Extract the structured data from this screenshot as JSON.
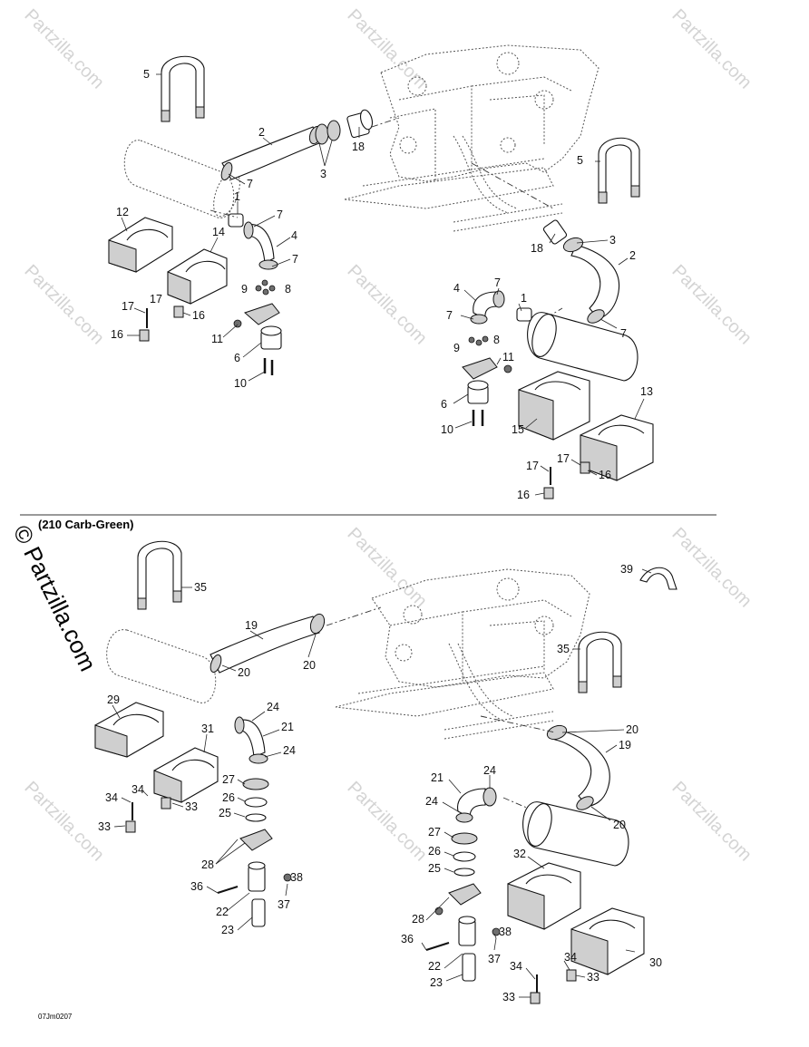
{
  "section_title": "(210 Carb-Green)",
  "drawing_code": "07Jm0207",
  "watermark": {
    "text": "Partzilla.com",
    "side_text": "© Partzilla.com"
  },
  "callouts_top": [
    "5",
    "2",
    "3",
    "18",
    "7",
    "1",
    "12",
    "14",
    "7",
    "4",
    "7",
    "9",
    "8",
    "17",
    "17",
    "16",
    "16",
    "11",
    "6",
    "10",
    "5",
    "3",
    "18",
    "2",
    "4",
    "7",
    "1",
    "7",
    "7",
    "9",
    "8",
    "11",
    "6",
    "10",
    "13",
    "15",
    "17",
    "17",
    "16",
    "16"
  ],
  "callouts_bottom": [
    "35",
    "19",
    "20",
    "20",
    "29",
    "24",
    "21",
    "24",
    "31",
    "27",
    "26",
    "25",
    "34",
    "34",
    "33",
    "33",
    "28",
    "36",
    "38",
    "37",
    "22",
    "23",
    "39",
    "35",
    "20",
    "19",
    "21",
    "24",
    "24",
    "20",
    "27",
    "26",
    "25",
    "32",
    "28",
    "36",
    "38",
    "37",
    "22",
    "23",
    "34",
    "34",
    "33",
    "33",
    "30"
  ]
}
